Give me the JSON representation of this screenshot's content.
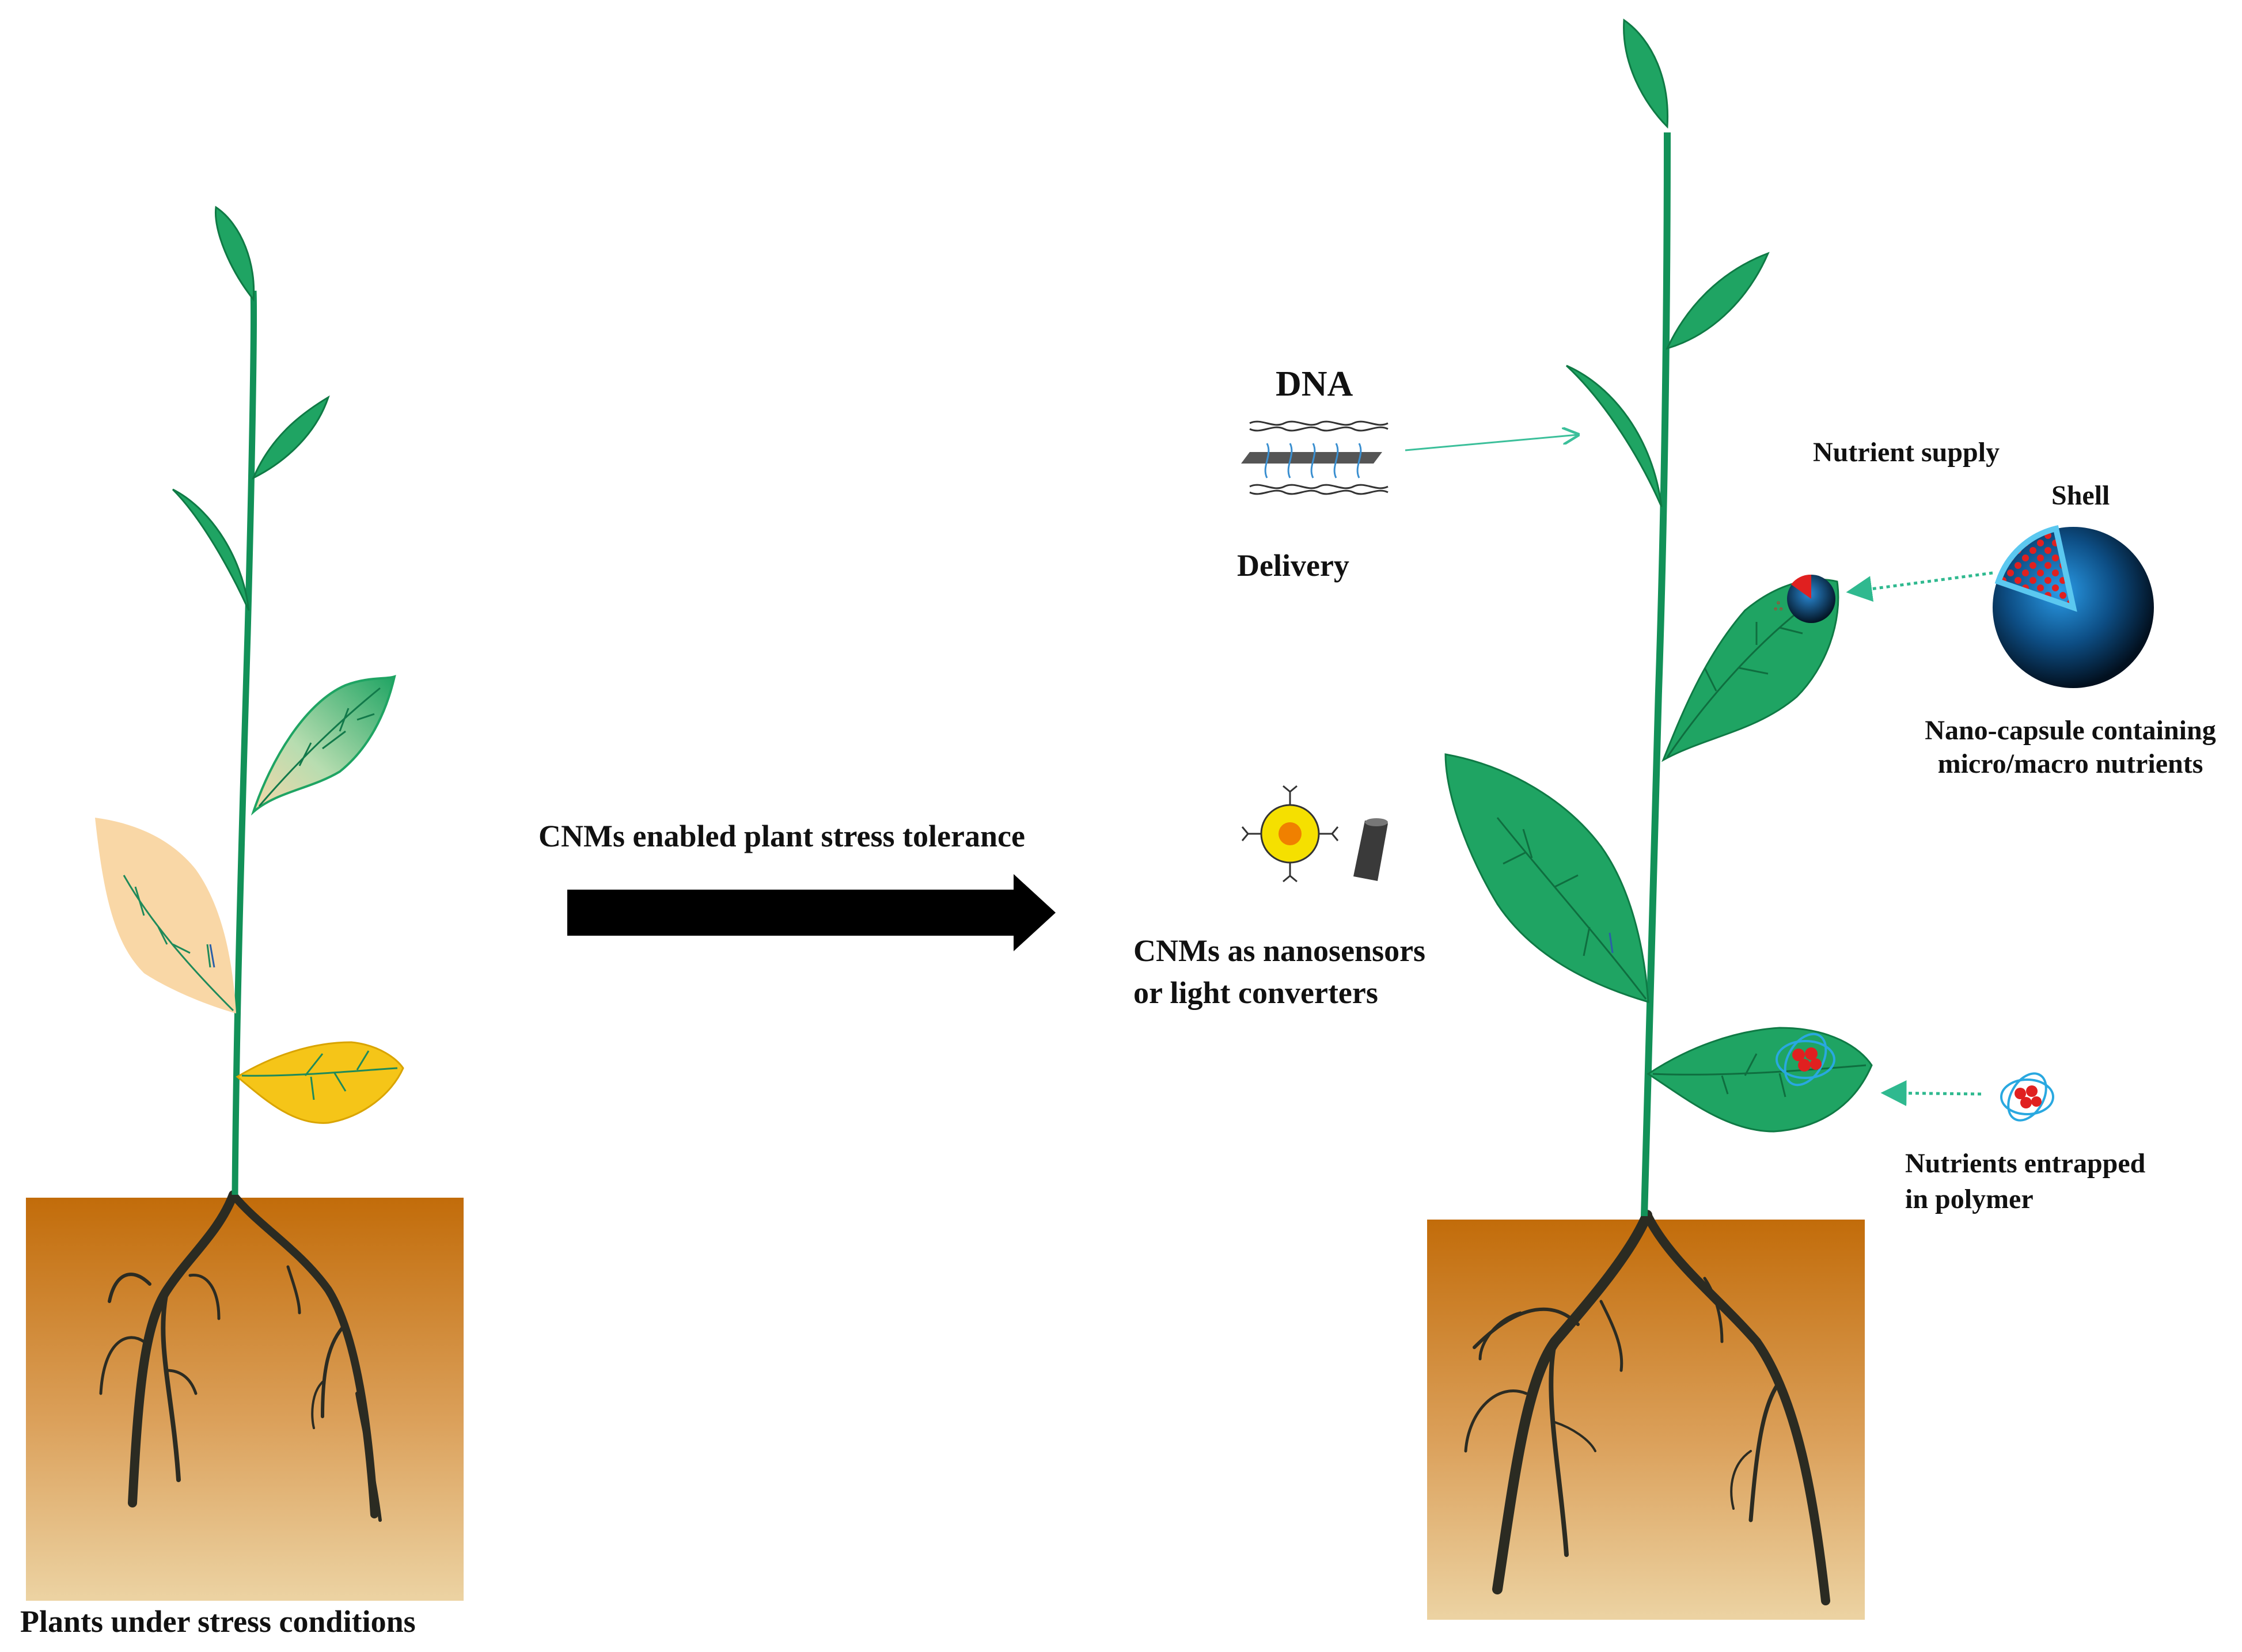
{
  "labels": {
    "plants_under_stress": "Plants under stress conditions",
    "arrow_label": "CNMs enabled plant stress tolerance",
    "dna_title": "DNA",
    "dna_caption": "Delivery",
    "nutrient_supply": "Nutrient supply",
    "shell": "Shell",
    "nanocapsule_line1": "Nano-capsule containing",
    "nanocapsule_line2": "micro/macro nutrients",
    "nanosensor_line1": "CNMs  as  nanosensors",
    "nanosensor_line2": "or light converters",
    "polymer_line1": "Nutrients entrapped",
    "polymer_line2": "in polymer"
  },
  "colors": {
    "leaf_green": "#1fa463",
    "stem_green": "#129158",
    "dry_leaf": "#f9d7a6",
    "yellow_leaf": "#f5c518",
    "soil_top": "#c26c0a",
    "soil_bottom": "#ecd3a3",
    "root": "#2b2b22",
    "arrow": "#000000",
    "pointer": "#3bbf9a",
    "capsule_blue": "#1a7fcf",
    "nutrient_red": "#e02020"
  }
}
